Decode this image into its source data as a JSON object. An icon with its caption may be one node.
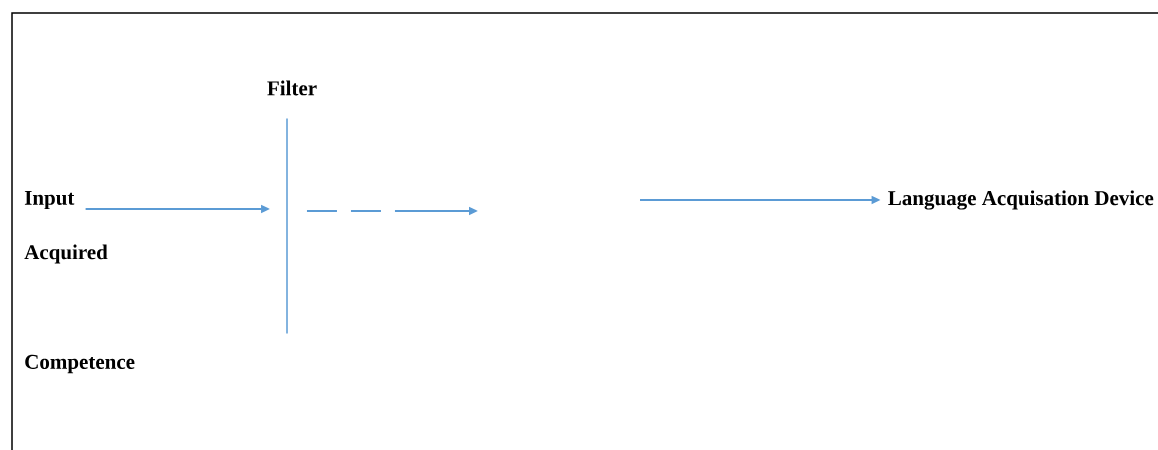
{
  "diagram": {
    "nodes": [
      {
        "text": [
          "Filter"
        ]
      },
      {
        "text": [],
        "shape": "bar"
      },
      {
        "text": [
          "Input"
        ]
      },
      {
        "text": [
          "Language Acquisation Device"
        ]
      },
      {
        "text": [
          "Acquired"
        ]
      },
      {
        "text": [
          "Competence"
        ]
      }
    ],
    "edges": [
      {
        "from": 2,
        "to": 1,
        "arrow": "to"
      },
      {
        "from": 1,
        "to": null,
        "arrow": "to",
        "style": "dashed"
      },
      {
        "from": null,
        "to": 3,
        "arrow": "to"
      }
    ]
  }
}
